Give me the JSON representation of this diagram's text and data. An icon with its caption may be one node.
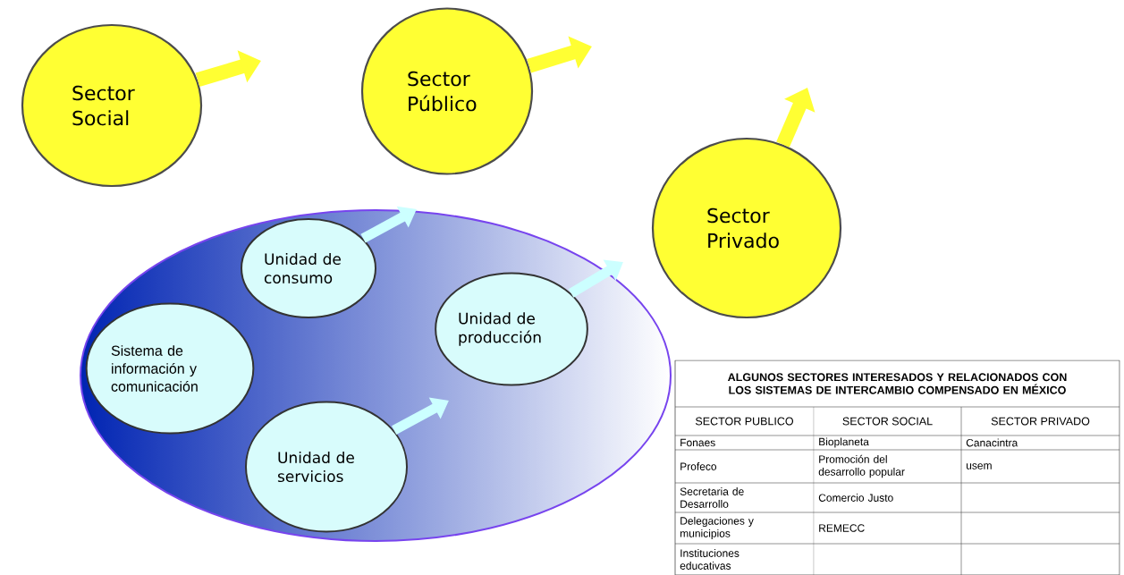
{
  "diagram": {
    "nodes": [
      {
        "text": [
          "Sector Social"
        ]
      },
      {
        "text": [
          "Sector Público"
        ]
      },
      {
        "text": [
          "Sector Privado"
        ]
      },
      {
        "text": [],
        "shape": "ellipse"
      },
      {
        "text": [
          "Unidad de consumo"
        ],
        "in": 3
      },
      {
        "text": [
          "Unidad de producción"
        ],
        "in": 3
      },
      {
        "text": [
          "Sistema de información y comunicación"
        ],
        "in": 3
      },
      {
        "text": [
          "Unidad de servicios"
        ],
        "in": 3
      }
    ],
    "edges": [
      {
        "from": 0,
        "to": null,
        "arrow": "to",
        "color": "#ffff33"
      },
      {
        "from": 1,
        "to": null,
        "arrow": "to",
        "color": "#ffff33"
      },
      {
        "from": 2,
        "to": null,
        "arrow": "to",
        "color": "#ffff33"
      },
      {
        "from": 4,
        "to": null,
        "arrow": "to",
        "color": "#ccffff"
      },
      {
        "from": 5,
        "to": null,
        "arrow": "to",
        "color": "#ccffff"
      },
      {
        "from": 7,
        "to": null,
        "arrow": "to",
        "color": "#ccffff"
      }
    ],
    "labels": [
      "ALGUNOS SECTORES INTERESADOS Y RELACIONADOS CON LOS SISTEMAS DE INTERCAMBIO COMPENSADO EN MÉXICO",
      "SECTOR PUBLICO",
      "SECTOR SOCIAL",
      "SECTOR PRIVADO",
      "Fonaes",
      "Bioplaneta",
      "Canacintra",
      "Profeco",
      "Promoción del desarrollo popular",
      "usem",
      "Secretaria de Desarrollo",
      "Comercio Justo",
      "Delegaciones y municipios",
      "REMECC",
      "Instituciones educativas"
    ]
  }
}
